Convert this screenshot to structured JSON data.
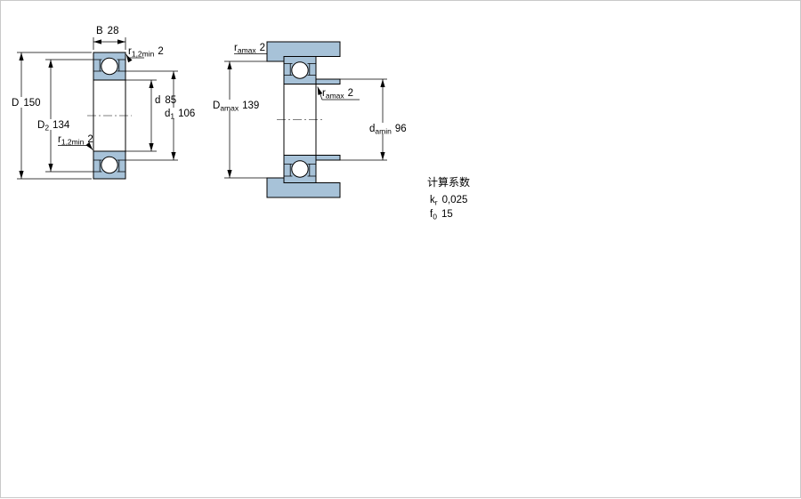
{
  "drawing": {
    "fill_color": "#a7c2d8",
    "line_color": "#000000"
  },
  "dimensions_left": {
    "B": {
      "symbol": "B",
      "value": "28"
    },
    "r12_top": {
      "symbol": "r",
      "subscript": "1,2min",
      "value": "2"
    },
    "D": {
      "symbol": "D",
      "value": "150"
    },
    "D2": {
      "symbol": "D",
      "subscript": "2",
      "value": "134"
    },
    "r12_bottom": {
      "symbol": "r",
      "subscript": "1,2min",
      "value": "2"
    },
    "d": {
      "symbol": "d",
      "value": "85"
    },
    "d1": {
      "symbol": "d",
      "subscript": "1",
      "value": "106"
    }
  },
  "dimensions_right": {
    "ra_top": {
      "symbol": "r",
      "subscript": "amax",
      "value": "2"
    },
    "Da": {
      "symbol": "D",
      "subscript": "amax",
      "value": "139"
    },
    "ra_mid": {
      "symbol": "r",
      "subscript": "amax",
      "value": "2"
    },
    "da": {
      "symbol": "d",
      "subscript": "amin",
      "value": "96"
    }
  },
  "calculation_factors": {
    "title": "计算系数",
    "kr": {
      "symbol": "k",
      "subscript": "r",
      "value": "0,025"
    },
    "f0": {
      "symbol": "f",
      "subscript": "0",
      "value": "15"
    }
  }
}
